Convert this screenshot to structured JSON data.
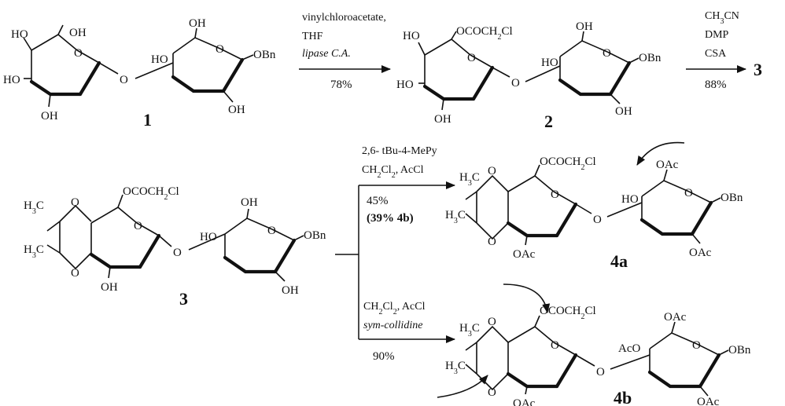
{
  "compounds": {
    "c1": "1",
    "c2": "2",
    "c3_product": "3",
    "c3": "3",
    "c4a": "4a",
    "c4b": "4b"
  },
  "groups": {
    "ho": "HO",
    "oh": "OH",
    "obn": "OBn",
    "o": "O",
    "oac": "OAc",
    "aco": "AcO",
    "h3c": "H3C",
    "ococh2cl": "OCOCH2Cl"
  },
  "reactions": {
    "step1": {
      "reagent1": "vinylchloroacetate,",
      "reagent2": "THF",
      "reagent3": "lipase C.A.",
      "yield": "78%"
    },
    "step2": {
      "reagent1": "CH3CN",
      "reagent2": "DMP",
      "reagent3": "CSA",
      "yield": "88%"
    },
    "step3a": {
      "reagent1": "2,6- tBu-4-MePy",
      "reagent2": "CH2Cl2, AcCl",
      "yield": "45%",
      "note": "(39% 4b)"
    },
    "step3b": {
      "reagent1": "CH2Cl2, AcCl",
      "reagent2": "sym-collidine",
      "yield": "90%"
    }
  }
}
